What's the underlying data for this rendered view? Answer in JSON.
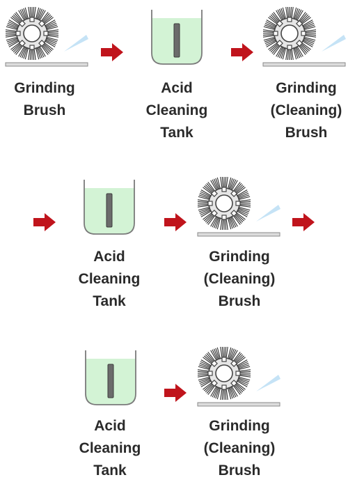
{
  "rows": [
    {
      "steps": [
        {
          "kind": "brush",
          "label_lines": [
            "Grinding",
            "Brush"
          ]
        },
        {
          "kind": "tank",
          "label_lines": [
            "Acid",
            "Cleaning",
            "Tank"
          ]
        },
        {
          "kind": "brush",
          "label_lines": [
            "Grinding",
            "(Cleaning)",
            "Brush"
          ]
        }
      ]
    },
    {
      "steps": [
        {
          "kind": "tank",
          "label_lines": [
            "Acid",
            "Cleaning",
            "Tank"
          ]
        },
        {
          "kind": "brush",
          "label_lines": [
            "Grinding",
            "(Cleaning)",
            "Brush"
          ]
        }
      ]
    },
    {
      "steps": [
        {
          "kind": "tank",
          "label_lines": [
            "Acid",
            "Cleaning",
            "Tank"
          ]
        },
        {
          "kind": "brush",
          "label_lines": [
            "Grinding",
            "(Cleaning)",
            "Brush"
          ]
        }
      ]
    }
  ],
  "colors": {
    "arrow": "#c0141c",
    "tank_liquid": "#d3f3d5",
    "tank_outline": "#7a7a7a",
    "plate": "#dcdcdc",
    "bristle": "#2b2b2b",
    "spray": "#bfe0f5",
    "text": "#2a2a2a"
  },
  "icons": {
    "arrow": "red-arrow-icon",
    "brush": "brush-icon",
    "tank": "tank-icon"
  }
}
